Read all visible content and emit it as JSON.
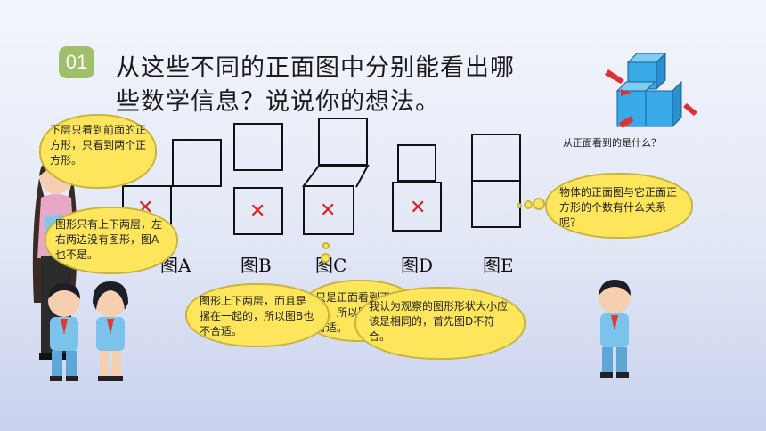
{
  "header": {
    "badge": "01",
    "question_line1": "从这些不同的正面图中分别能看出哪",
    "question_line2": "些数学信息？说说你的想法。"
  },
  "figures": [
    {
      "label": "图A",
      "mark": "✕"
    },
    {
      "label": "图B",
      "mark": "✕"
    },
    {
      "label": "图C",
      "mark": "✕"
    },
    {
      "label": "图D",
      "mark": "✕"
    },
    {
      "label": "图E",
      "mark": ""
    }
  ],
  "cube_model": {
    "caption": "从正面看到的是什么？"
  },
  "speech": {
    "teacher_top": "下层只看到前面的正方形，只看到两个正方形。",
    "teacher_mid": "图形只有上下两层，左右两边没有图形，图A也不是。",
    "right_question": "物体的正面图与它正面正方形的个数有什么关系呢？",
    "boy_b": "图形上下两层，而且是摞在一起的，所以图B也不合适。",
    "girl_c": "只是正面看到正方形，所以图C也不合适。",
    "boy_d": "我认为观察的图形形状大小应该是相同的，首先图D不符合。"
  },
  "colors": {
    "cloud": "#fde55c",
    "badge": "#9ec06a",
    "mark": "#e01c1c",
    "cube": "#3aa9e8"
  }
}
